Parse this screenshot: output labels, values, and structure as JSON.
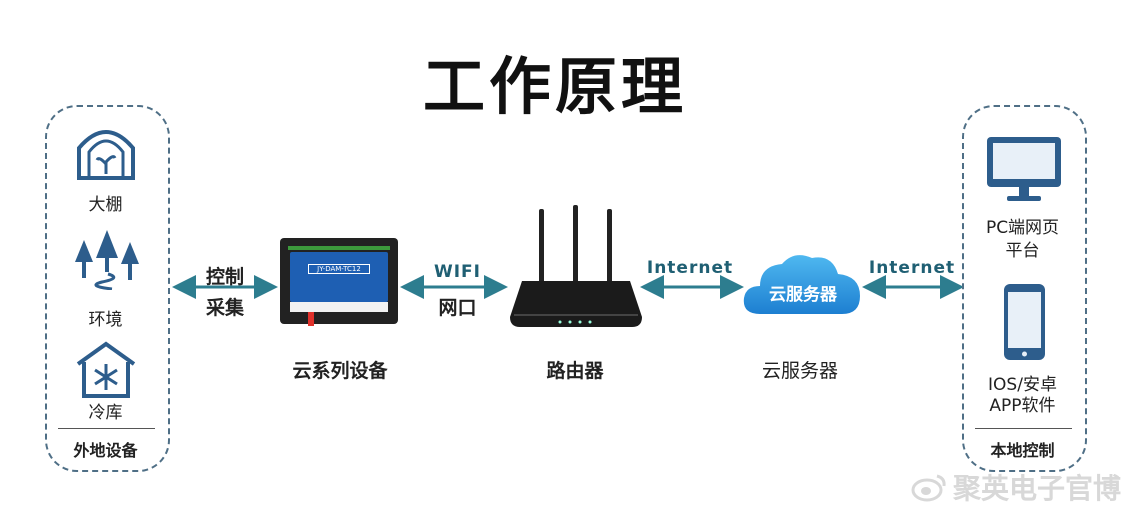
{
  "title": "工作原理",
  "left_panel": {
    "items": [
      {
        "label": "大棚",
        "icon": "greenhouse-icon"
      },
      {
        "label": "环境",
        "icon": "trees-icon"
      },
      {
        "label": "冷库",
        "icon": "cold-storage-icon"
      }
    ],
    "footer": "外地设备"
  },
  "links": [
    {
      "top": "控制",
      "bottom": "采集"
    },
    {
      "top": "WIFI",
      "bottom": "网口"
    },
    {
      "top": "Internet"
    },
    {
      "top": "Internet"
    }
  ],
  "nodes": {
    "device": {
      "label": "云系列设备",
      "model": "JY-DAM-TC12"
    },
    "router": {
      "label": "路由器"
    },
    "cloud": {
      "label": "云服务器",
      "inner": "云服务器"
    }
  },
  "right_panel": {
    "pc": {
      "line1": "PC端网页",
      "line2": "平台"
    },
    "phone": {
      "line1": "IOS/安卓",
      "line2": "APP软件"
    },
    "footer": "本地控制"
  },
  "watermark": "聚英电子官博",
  "colors": {
    "icon": "#2d5d8c",
    "arrow": "#2d7d8f",
    "device": "#1e5fb3"
  }
}
